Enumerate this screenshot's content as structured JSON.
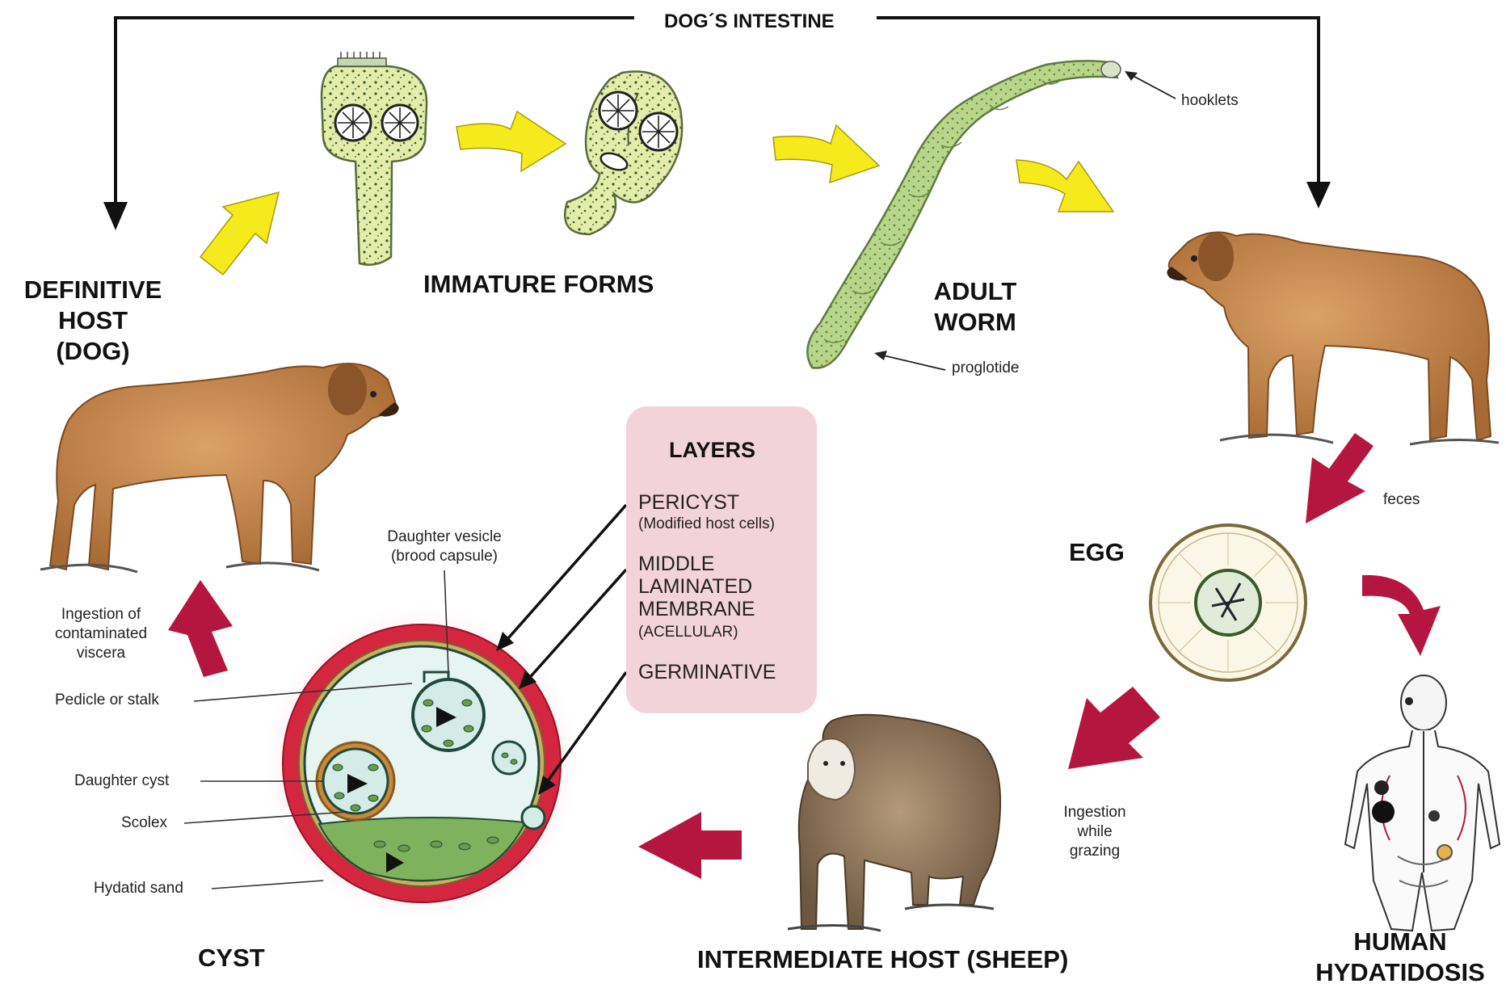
{
  "top_label": "DOG´S INTESTINE",
  "stages": {
    "definitive_host": "DEFINITIVE\nHOST\n(DOG)",
    "immature_forms": "IMMATURE FORMS",
    "adult_worm": "ADULT\nWORM",
    "egg": "EGG",
    "intermediate_host": "INTERMEDIATE HOST (SHEEP)",
    "cyst": "CYST",
    "human": "HUMAN\nHYDATIDOSIS"
  },
  "annotations": {
    "hooklets": "hooklets",
    "proglotide": "proglotide",
    "feces": "feces",
    "ingestion_grazing": "Ingestion\nwhile\ngrazing",
    "ingestion_viscera": "Ingestion of\ncontaminated\nviscera"
  },
  "layers": {
    "title": "LAYERS",
    "items": [
      {
        "name": "PERICYST",
        "note": "(Modified host cells)"
      },
      {
        "name": "MIDDLE\nLAMINATED\nMEMBRANE",
        "note": "(ACELLULAR)"
      },
      {
        "name": "GERMINATIVE",
        "note": ""
      }
    ]
  },
  "cyst_labels": {
    "daughter_vesicle": "Daughter vesicle\n(brood capsule)",
    "pedicle": "Pedicle or stalk",
    "daughter_cyst": "Daughter cyst",
    "scolex": "Scolex",
    "hydatid_sand": "Hydatid sand"
  },
  "colors": {
    "yellow_arrow": "#f5ea1c",
    "red_arrow": "#b5163f",
    "layers_bg": "#f3d3da",
    "dog": "#c98a4a",
    "worm": "#a9c777",
    "cyst_wall": "#d4263f"
  }
}
